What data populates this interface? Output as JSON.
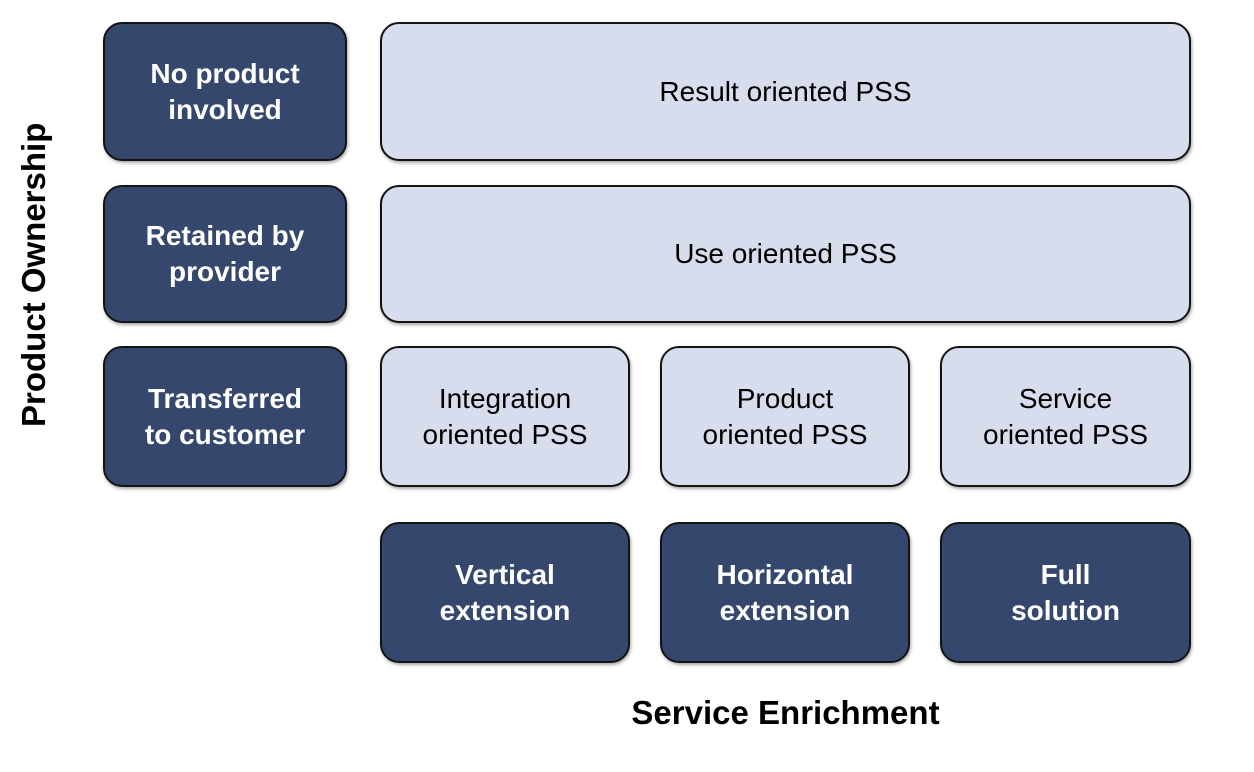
{
  "diagram": {
    "title_implied": "Product Service System classification matrix",
    "y_axis_label": "Product Ownership",
    "x_axis_label": "Service Enrichment",
    "ownership_levels": [
      {
        "line1": "No product",
        "line2": "involved"
      },
      {
        "line1": "Retained by",
        "line2": "provider"
      },
      {
        "line1": "Transferred",
        "line2": "to customer"
      }
    ],
    "pss_types": {
      "result": "Result oriented PSS",
      "use": "Use oriented PSS",
      "integration": {
        "line1": "Integration",
        "line2": "oriented PSS"
      },
      "product": {
        "line1": "Product",
        "line2": "oriented PSS"
      },
      "service": {
        "line1": "Service",
        "line2": "oriented PSS"
      }
    },
    "enrichment_levels": [
      {
        "line1": "Vertical",
        "line2": "extension"
      },
      {
        "line1": "Horizontal",
        "line2": "extension"
      },
      {
        "line1": "Full",
        "line2": "solution"
      }
    ],
    "colors": {
      "dark_box_fill": "#35476D",
      "dark_box_text": "#FFFFFF",
      "light_box_fill": "#D7DDEC",
      "light_box_text": "#000000",
      "box_border": "#141414",
      "background": "#FFFFFF",
      "axis_label_text": "#000000"
    }
  }
}
